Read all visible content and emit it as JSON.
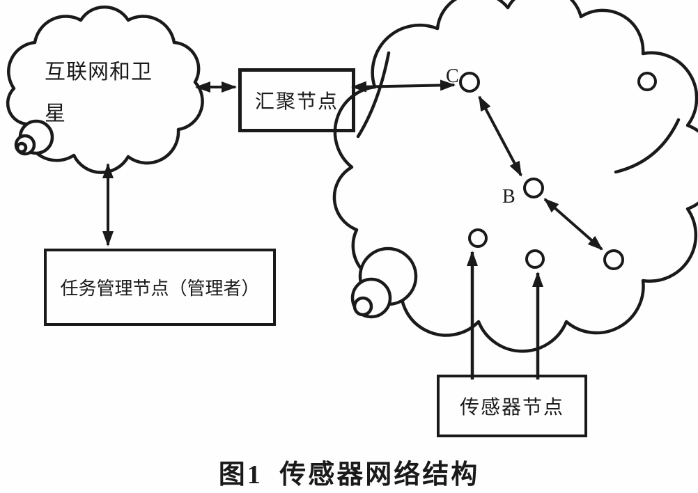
{
  "figure": {
    "caption": "图1 传感器网络结构"
  },
  "internet_cloud": {
    "label": "互联网和卫星"
  },
  "sensor_cloud": {
    "node_c": "C",
    "node_b": "B"
  },
  "boxes": {
    "sink_node": "汇聚节点",
    "task_manager": "任务管理节点（管理者）",
    "sensor_node": "传感器节点"
  },
  "colors": {
    "ink": "#1a1a1a",
    "paper": "#fefefe"
  }
}
